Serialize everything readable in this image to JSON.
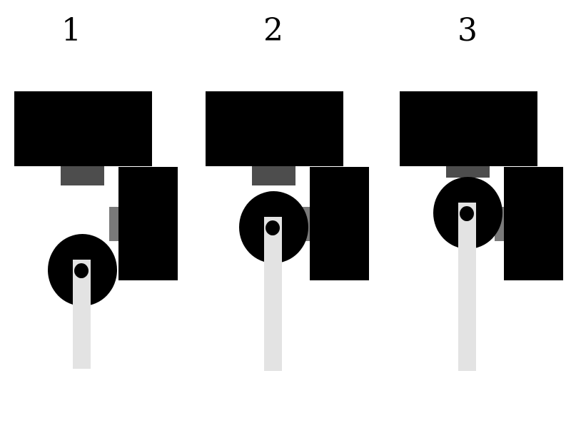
{
  "panels": [
    {
      "label": "1"
    },
    {
      "label": "2"
    },
    {
      "label": "3"
    }
  ],
  "colors": {
    "background": "#ffffff",
    "block": "#000000",
    "pad": "#4d4d4d",
    "side_pad": "#7a7a7a",
    "arm": "#e3e3e3",
    "pin": "#000000"
  }
}
